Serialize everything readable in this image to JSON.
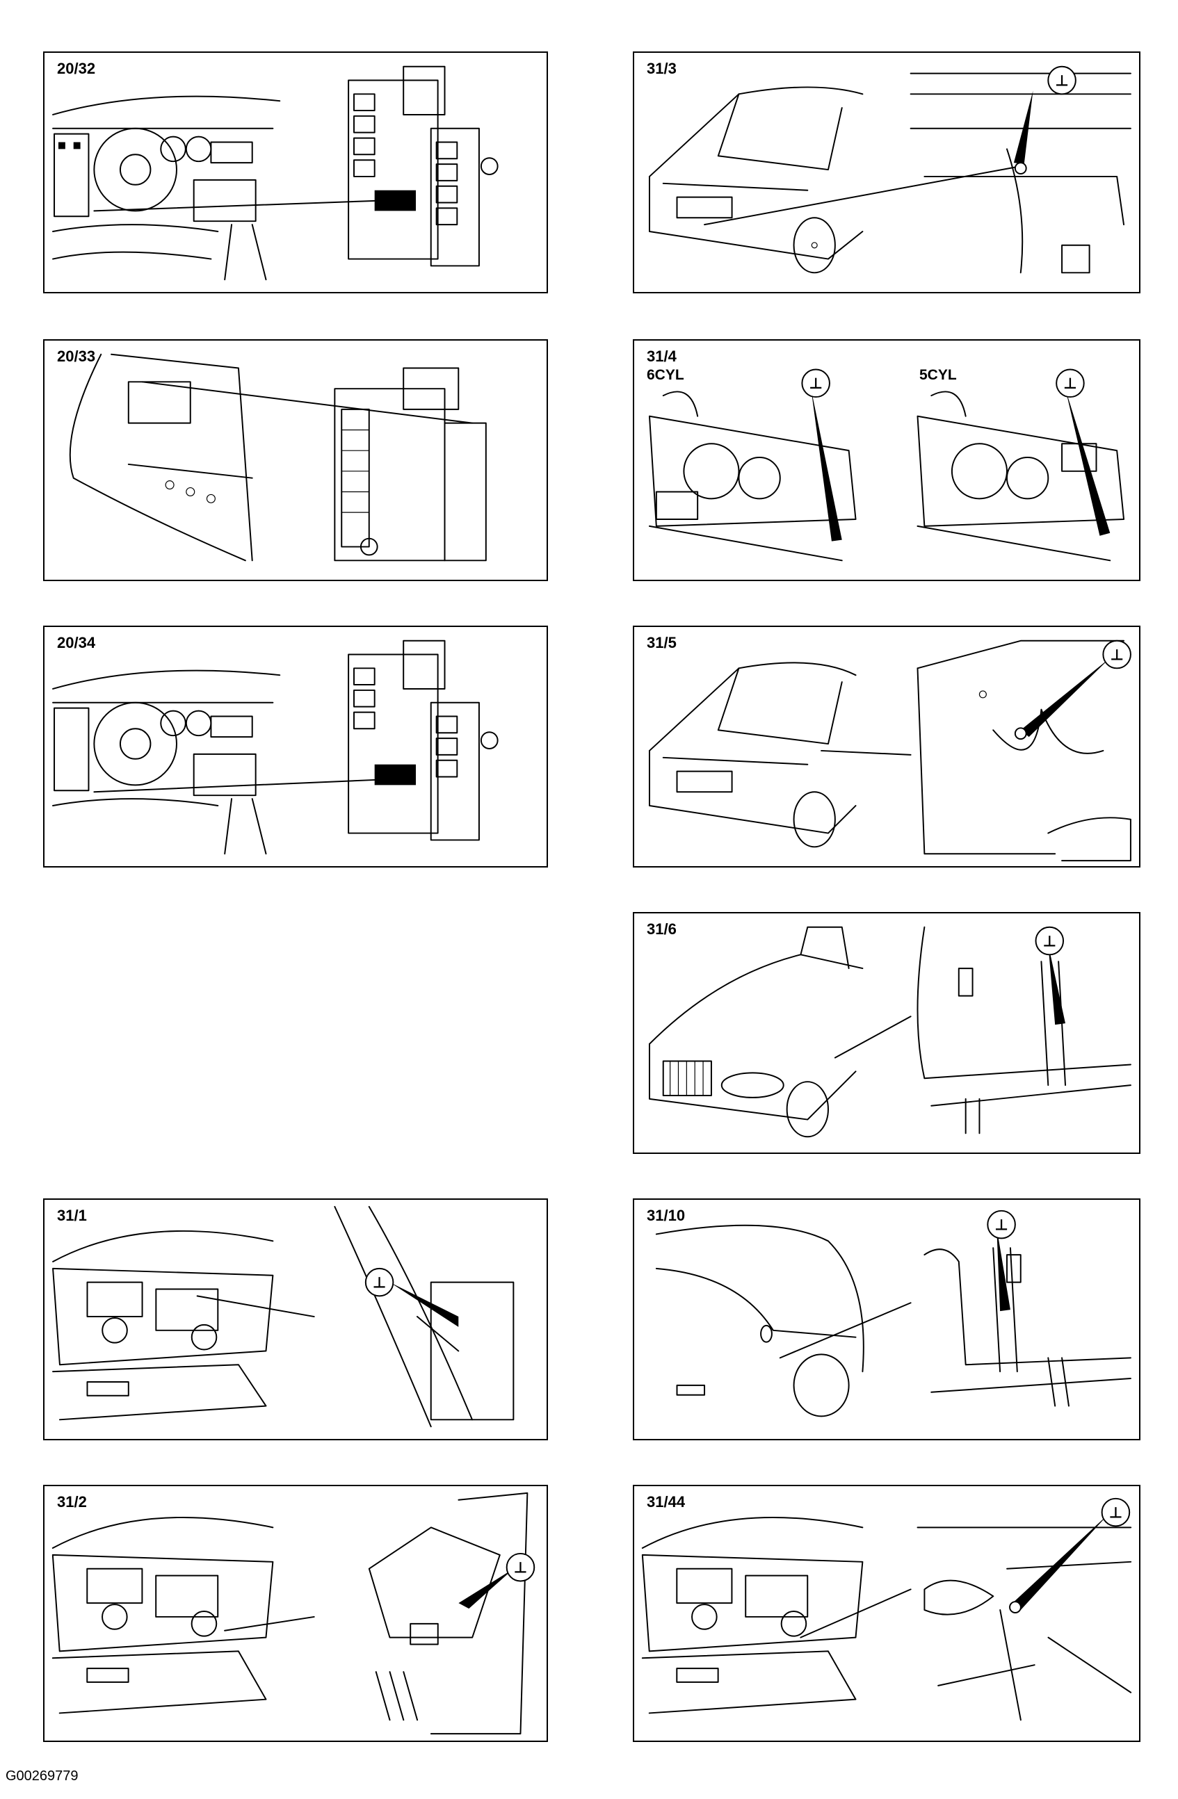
{
  "panels": {
    "p20_32": {
      "label": "20/32"
    },
    "p20_33": {
      "label": "20/33"
    },
    "p20_34": {
      "label": "20/34"
    },
    "p31_1": {
      "label": "31/1",
      "ground_symbol": "⊥"
    },
    "p31_2": {
      "label": "31/2",
      "ground_symbol": "⊥"
    },
    "p31_3": {
      "label": "31/3",
      "ground_symbol": "⊥"
    },
    "p31_4": {
      "label": "31/4",
      "sub_left": "6CYL",
      "sub_right": "5CYL",
      "ground_symbol": "⊥"
    },
    "p31_5": {
      "label": "31/5",
      "ground_symbol": "⊥"
    },
    "p31_6": {
      "label": "31/6",
      "ground_symbol": "⊥"
    },
    "p31_10": {
      "label": "31/10",
      "ground_symbol": "⊥"
    },
    "p31_44": {
      "label": "31/44",
      "ground_symbol": "⊥"
    }
  },
  "document_id": "G00269779",
  "icons": [
    "ground-symbol-icon",
    "relay-box-icon",
    "dashboard-icon",
    "car-rear-icon",
    "car-front-icon",
    "engine-bay-icon"
  ]
}
